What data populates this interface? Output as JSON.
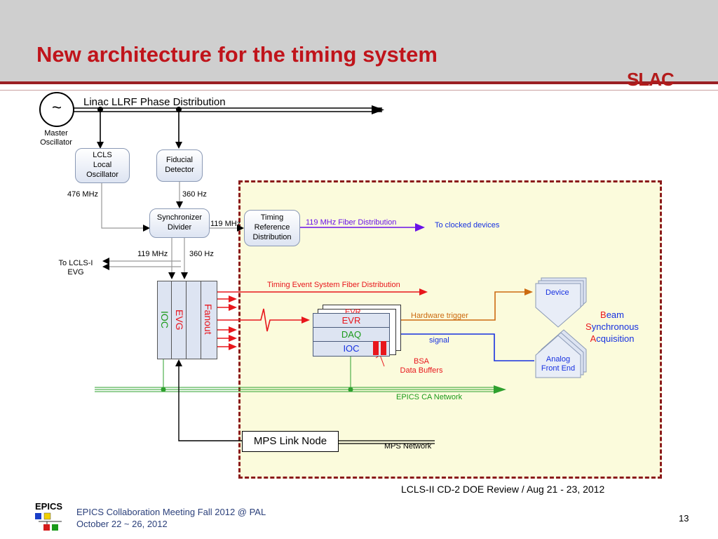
{
  "slide": {
    "title": "New architecture for the timing system",
    "logo_text": "SLAC",
    "page_number": "13",
    "review_caption": "LCLS-II CD-2 DOE Review / Aug 21 - 23, 2012",
    "footer": {
      "epics_logo": "EPICS",
      "line1": "EPICS Collaboration Meeting Fall 2012 @ PAL",
      "line2": "October 22 ~ 26, 2012"
    }
  },
  "diagram": {
    "oscillator_symbol": "~",
    "master_oscillator": [
      "Master",
      "Oscillator"
    ],
    "linac_line": "Linac LLRF Phase Distribution",
    "lcls_local_osc": [
      "LCLS",
      "Local",
      "Oscillator"
    ],
    "fiducial_detector": [
      "Fiducial",
      "Detector"
    ],
    "freq_476": "476 MHz",
    "freq_360_top": "360 Hz",
    "sync_divider": [
      "Synchronizer",
      "Divider"
    ],
    "freq_119_right": "119 MHz",
    "timing_ref": [
      "Timing",
      "Reference",
      "Distribution"
    ],
    "fiber_119": "119 MHz Fiber Distribution",
    "to_clocked": "To clocked devices",
    "freq_119_below": "119 MHz",
    "freq_360_below": "360 Hz",
    "to_lcls1": [
      "To LCLS-I",
      "EVG"
    ],
    "crate_ioc": "IOC",
    "crate_evg": "EVG",
    "crate_fanout": "Fanout",
    "tes_fiber": "Timing Event System Fiber Distribution",
    "evr_back": "EVR",
    "evr": "EVR",
    "daq": "DAQ",
    "ioc": "IOC",
    "hw_trigger": "Hardware trigger",
    "signal": "signal",
    "bsa": [
      "BSA",
      "Data Buffers"
    ],
    "device": "Device",
    "analog_fe": [
      "Analog",
      "Front End"
    ],
    "bsa_title": [
      "B",
      "eam",
      "S",
      "ynchronous",
      "A",
      "cquisition"
    ],
    "epics_ca": "EPICS CA Network",
    "mps_link_node": "MPS Link Node",
    "mps_network": "MPS Network"
  },
  "colors": {
    "title_red": "#c0141b",
    "fiber_red": "#e8161c",
    "fiber_purple": "#6a12e8",
    "network_green": "#2ea02e",
    "trigger_orange": "#cc6a10",
    "signal_blue": "#1630e0",
    "yellow_region": "#fbfbdc",
    "region_border": "#8b1a1a"
  }
}
